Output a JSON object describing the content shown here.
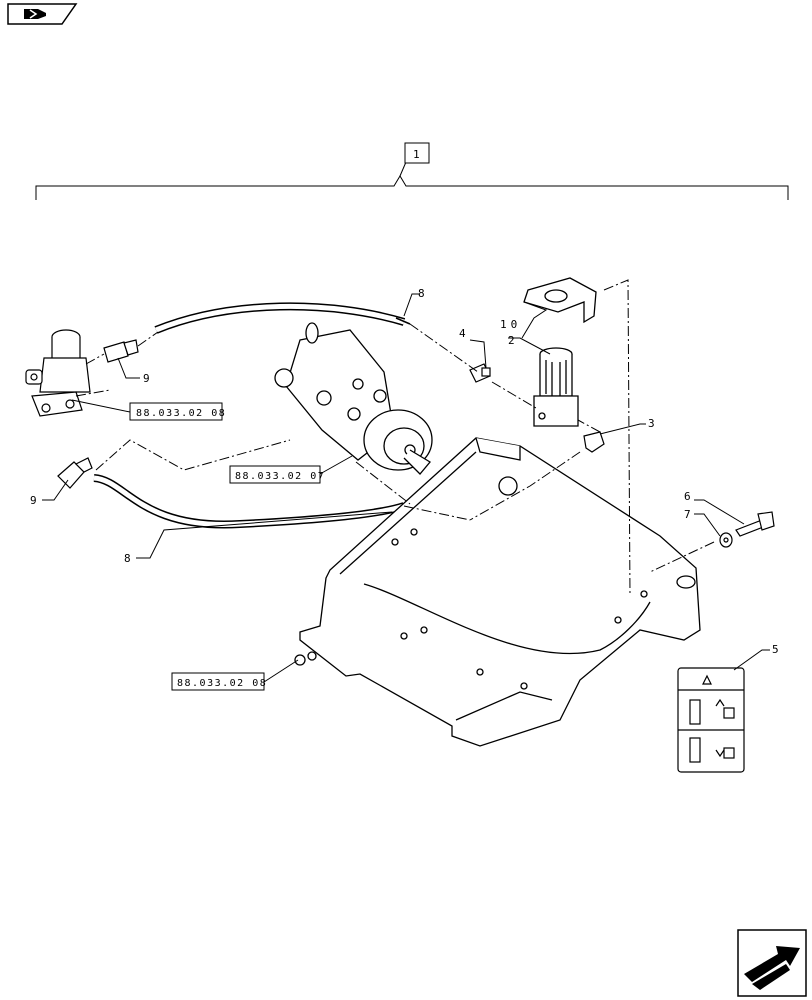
{
  "diagram": {
    "title_number": "1",
    "refs": {
      "valve_left": "88.033.02 08",
      "valve_center": "88.033.02 07",
      "frame": "88.033.02 08"
    },
    "callouts": {
      "c2": "2",
      "c3": "3",
      "c4": "4",
      "c5": "5",
      "c6": "6",
      "c7": "7",
      "c8_top": "8",
      "c8_bottom": "8",
      "c9_top": "9",
      "c9_bottom": "9",
      "c10": "10"
    },
    "icons": {
      "top_left": "previous-page-icon",
      "bottom_right": "next-page-icon"
    }
  }
}
